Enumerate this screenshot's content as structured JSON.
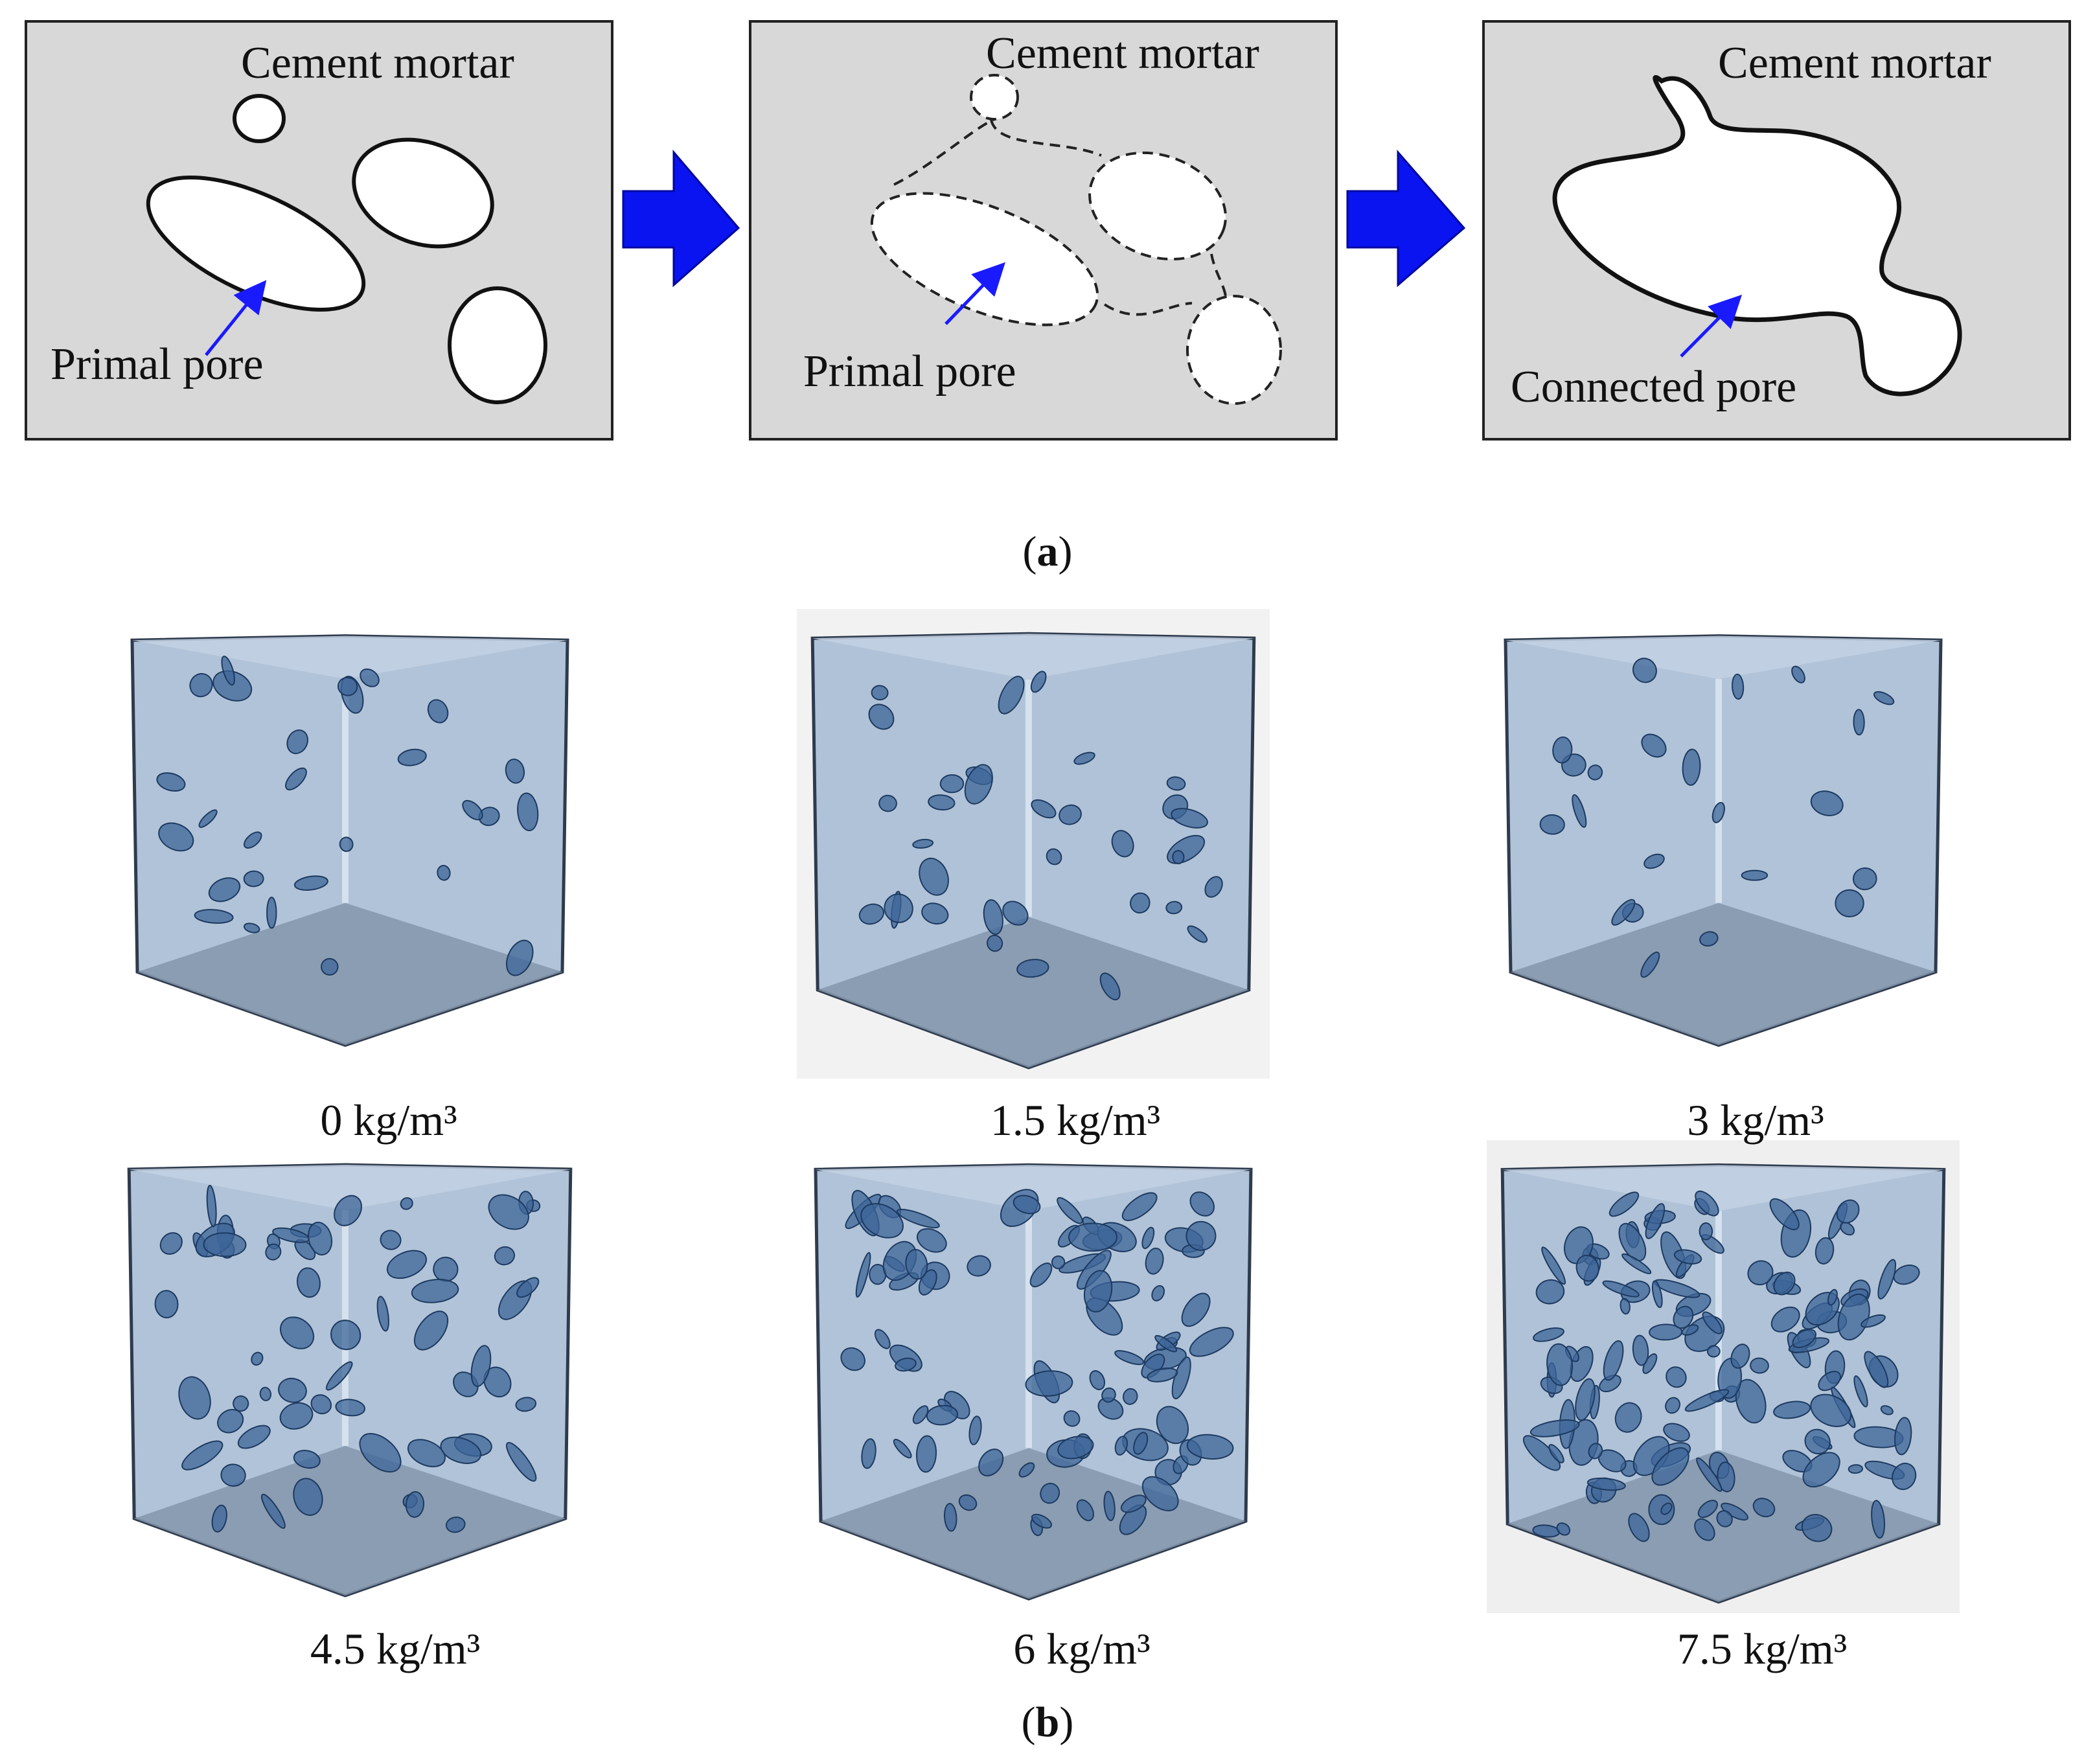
{
  "panel_a": {
    "caption_letter": "a",
    "stages": [
      {
        "top_label": "Cement mortar",
        "bottom_label": "Primal pore"
      },
      {
        "top_label": "Cement mortar",
        "bottom_label": "Primal pore"
      },
      {
        "top_label": "Cement mortar",
        "bottom_label": "Connected pore"
      }
    ],
    "colors": {
      "matrix_fill": "#d8d8d8",
      "pore_fill": "#ffffff",
      "arrow": "#0a14f0",
      "pointer": "#1a1aff"
    }
  },
  "panel_b": {
    "caption_letter": "b",
    "samples": [
      {
        "label": "0 kg/m³"
      },
      {
        "label": "1.5 kg/m³"
      },
      {
        "label": "3 kg/m³"
      },
      {
        "label": "4.5 kg/m³"
      },
      {
        "label": "6 kg/m³"
      },
      {
        "label": "7.5 kg/m³"
      }
    ],
    "colors": {
      "cube_face": "#a9bcd4",
      "cube_floor": "#8596ab",
      "pore": "#3d6698"
    }
  }
}
